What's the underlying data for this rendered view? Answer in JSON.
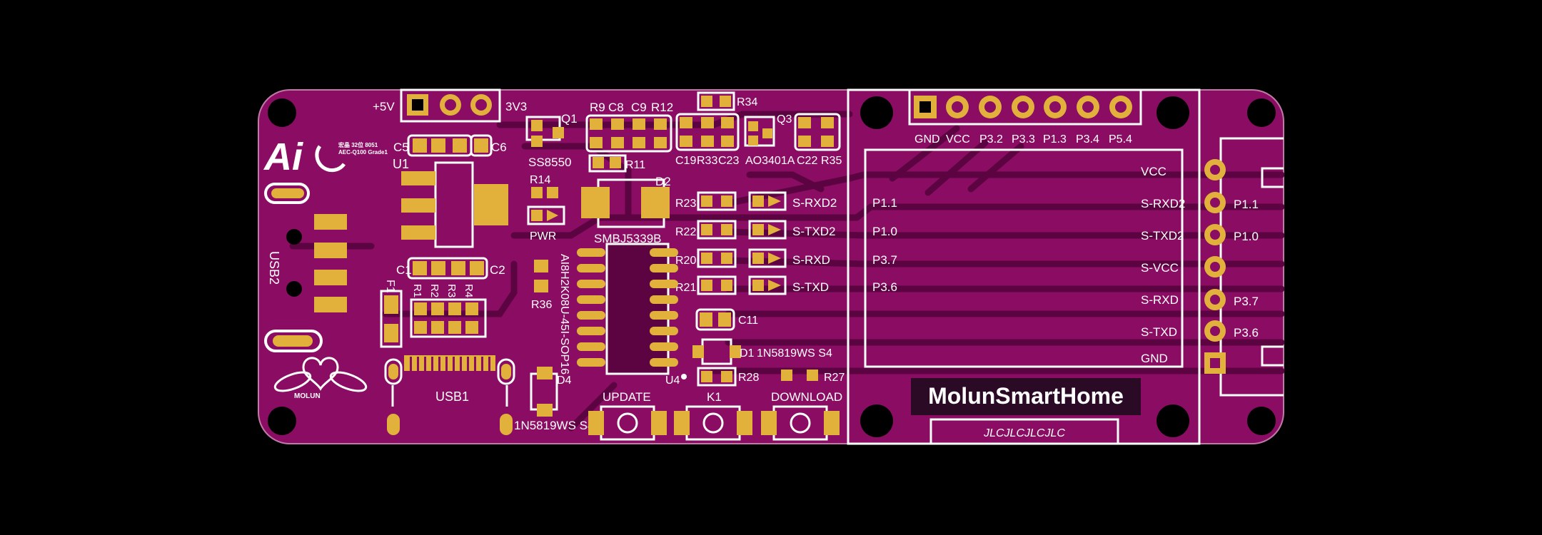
{
  "logo": {
    "brand": "Ai",
    "tagline_cn": "宏晶 32位 8051",
    "tagline": "AEC-Q100 Grade1"
  },
  "maker": {
    "name": "MOLUN"
  },
  "header": {
    "plus5v": "+5V",
    "v3v3": "3V3"
  },
  "labels": {
    "U1": "U1",
    "C5": "C5",
    "C6": "C6",
    "C1": "C1",
    "C2": "C2",
    "F1": "F1",
    "R1": "R1",
    "R2": "R2",
    "R3": "R3",
    "R4": "R4",
    "USB2": "USB2",
    "USB1": "USB1",
    "Q1": "Q1",
    "SS8550": "SS8550",
    "R14": "R14",
    "PWR": "PWR",
    "R9": "R9",
    "C8": "C8",
    "C9": "C9",
    "R12": "R12",
    "R11": "R11",
    "D2": "D2",
    "SMBJ5339B": "SMBJ5339B",
    "R34": "R34",
    "Q3": "Q3",
    "C19": "C19",
    "R33": "R33",
    "C23": "C23",
    "AO3401A": "AO3401A",
    "C22": "C22",
    "R35": "R35",
    "R23": "R23",
    "R22": "R22",
    "R20": "R20",
    "R21": "R21",
    "S_RXD2": "S-RXD2",
    "S_TXD2": "S-TXD2",
    "S_RXD": "S-RXD",
    "S_TXD": "S-TXD",
    "R36": "R36",
    "U4_part": "AI8H2K08U-45I-SOP16",
    "U4": "U4",
    "C11": "C11",
    "D1": "D1",
    "D1_part": "1N5819WS S4",
    "R28": "R28",
    "R27": "R27",
    "D4": "D4",
    "D4_part": "1N5819WS S4",
    "UPDATE": "UPDATE",
    "K1": "K1",
    "DOWNLOAD": "DOWNLOAD"
  },
  "oled_header": [
    "GND",
    "VCC",
    "P3.2",
    "P3.3",
    "P1.3",
    "P3.4",
    "P5.4"
  ],
  "module": {
    "left_pins": [
      "P1.1",
      "P1.0",
      "P3.7",
      "P3.6"
    ],
    "right_pins": [
      "VCC",
      "S-RXD2",
      "S-TXD2",
      "S-VCC",
      "S-RXD",
      "S-TXD",
      "GND"
    ],
    "brand": "MolunSmartHome",
    "order_code": "JLCJLCJLCJLC"
  },
  "edge_header": [
    "P1.1",
    "P1.0",
    "",
    "P3.7",
    "P3.6"
  ],
  "colors": {
    "board": "#8a0d63",
    "copper_pour": "#7a0857",
    "pad": "#e2b13c",
    "silk": "#ffffff",
    "track": "#5c0442"
  }
}
